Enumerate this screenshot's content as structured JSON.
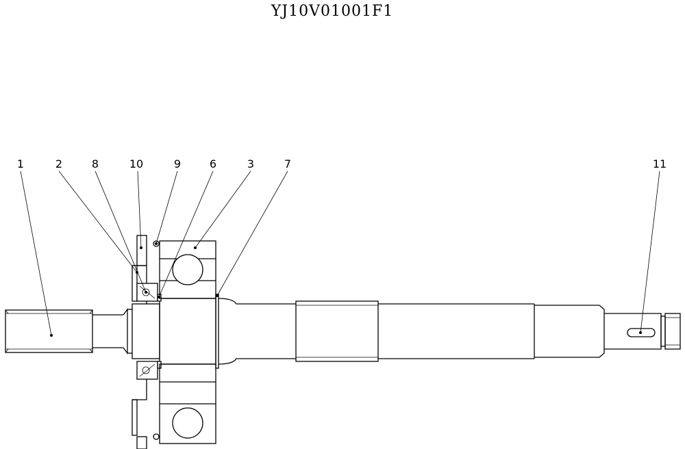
{
  "drawing": {
    "title": "YJ10V01001F1",
    "callouts": [
      {
        "label": "1"
      },
      {
        "label": "2"
      },
      {
        "label": "8"
      },
      {
        "label": "10"
      },
      {
        "label": "9"
      },
      {
        "label": "6"
      },
      {
        "label": "3"
      },
      {
        "label": "7"
      },
      {
        "label": "11"
      }
    ]
  }
}
